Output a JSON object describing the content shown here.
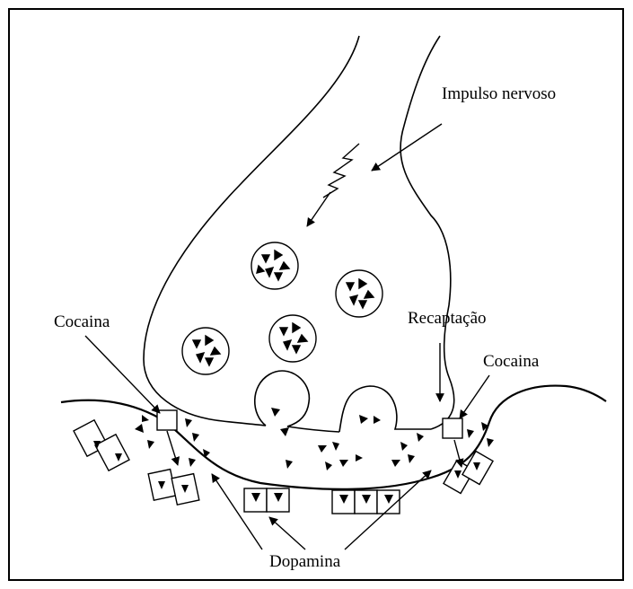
{
  "labels": {
    "impulse": "Impulso nervoso",
    "cocaine_left": "Cocaina",
    "reuptake": "Recaptação",
    "cocaine_right": "Cocaina",
    "dopamine": "Dopamina"
  },
  "colors": {
    "ink": "#000000",
    "background": "#ffffff"
  }
}
